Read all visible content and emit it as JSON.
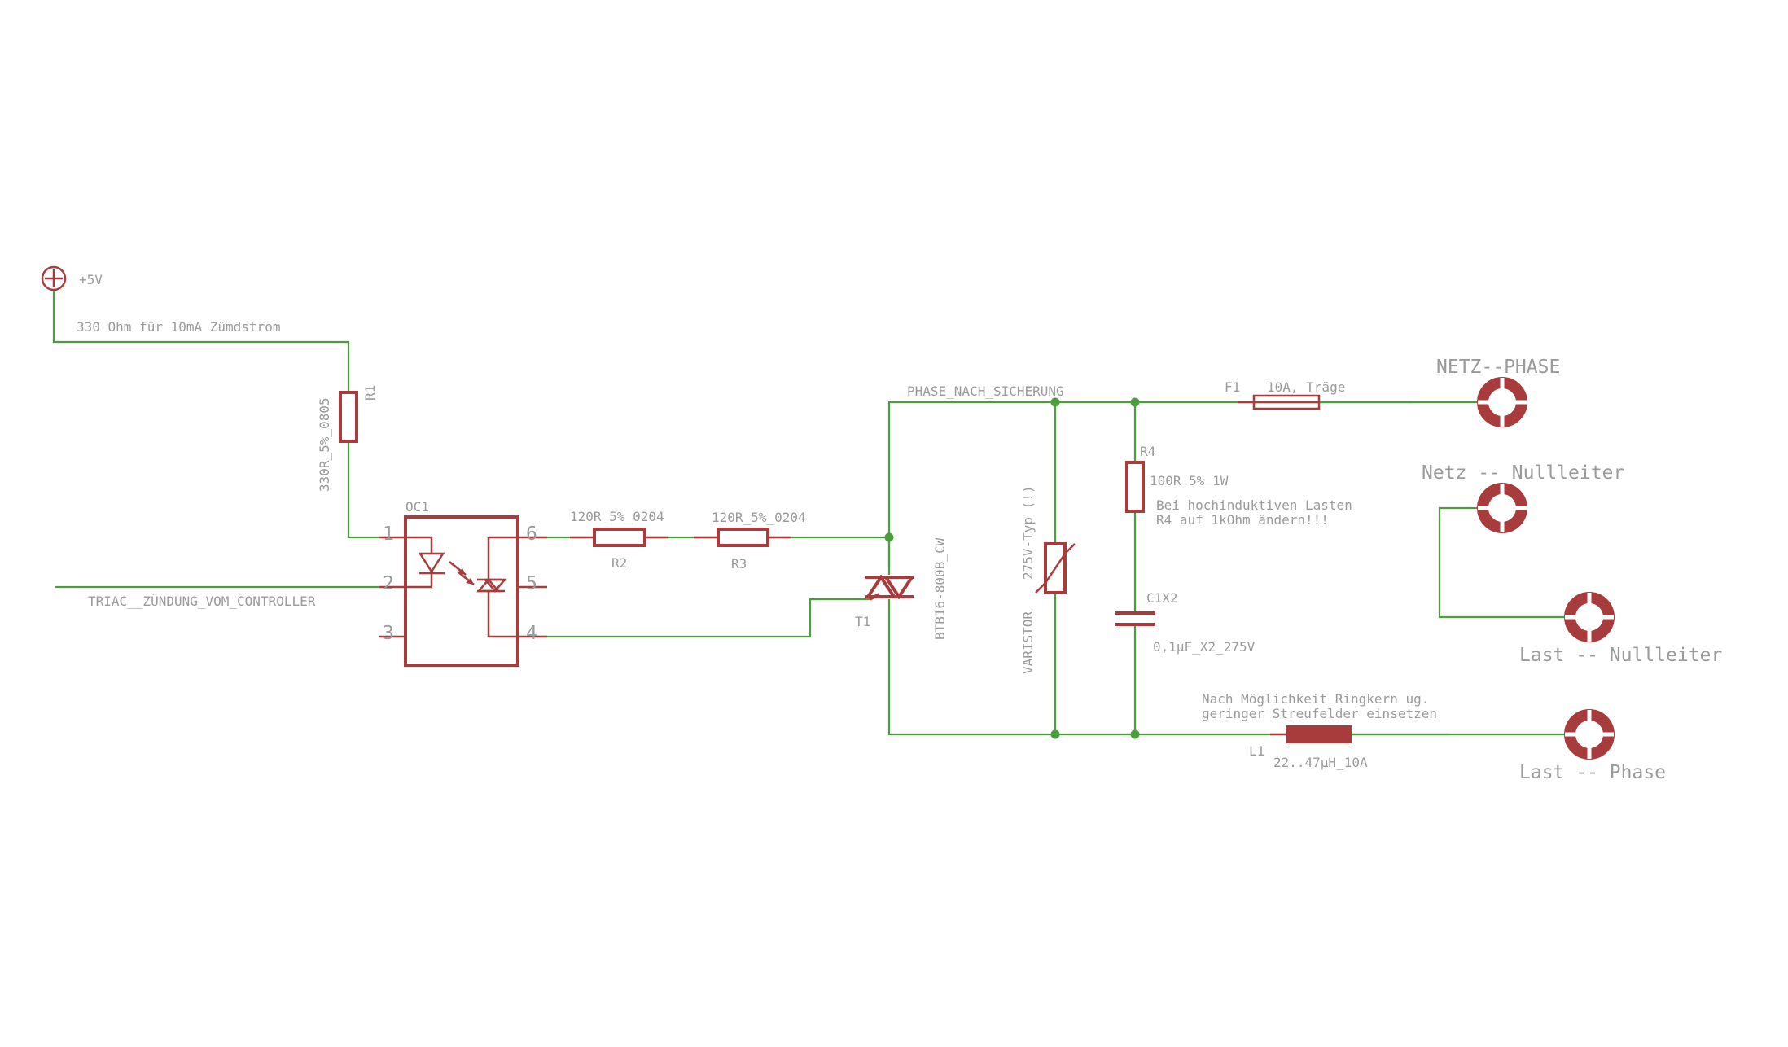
{
  "supply": {
    "name": "+5V",
    "note": "330 Ohm für 10mA Zümdstrom"
  },
  "signal": {
    "name": "TRIAC__ZÜNDUNG_VOM_CONTROLLER"
  },
  "net_phase": {
    "name": "PHASE_NACH_SICHERUNG"
  },
  "R1": {
    "ref": "R1",
    "value": "330R_5%_0805"
  },
  "R2": {
    "ref": "R2",
    "value": "120R_5%_0204"
  },
  "R3": {
    "ref": "R3",
    "value": "120R_5%_0204"
  },
  "R4": {
    "ref": "R4",
    "value": "100R_5%_1W",
    "note_line1": "Bei hochinduktiven Lasten",
    "note_line2": "R4 auf 1kOhm ändern!!!"
  },
  "OC1": {
    "ref": "OC1",
    "pins": [
      "1",
      "2",
      "3",
      "4",
      "5",
      "6"
    ]
  },
  "T1": {
    "ref": "T1",
    "value": "BTB16-800B_CW"
  },
  "varistor": {
    "ref": "VARISTOR",
    "value": "275V-Typ (!)"
  },
  "C1": {
    "ref": "C1X2",
    "value": "0,1µF_X2_275V"
  },
  "F1": {
    "ref": "F1",
    "value": "10A, Träge"
  },
  "L1": {
    "ref": "L1",
    "value": "22..47µH_10A",
    "note_line1": "Nach Möglichkeit Ringkern ug.",
    "note_line2": "geringer Streufelder einsetzen"
  },
  "terminals": {
    "netz_phase": "NETZ--PHASE",
    "netz_null": "Netz -- Nullleiter",
    "last_null": "Last -- Nullleiter",
    "last_phase": "Last -- Phase"
  },
  "colors": {
    "wire": "#4a9e3c",
    "part": "#a83c3c",
    "label": "#9a9a9a"
  }
}
